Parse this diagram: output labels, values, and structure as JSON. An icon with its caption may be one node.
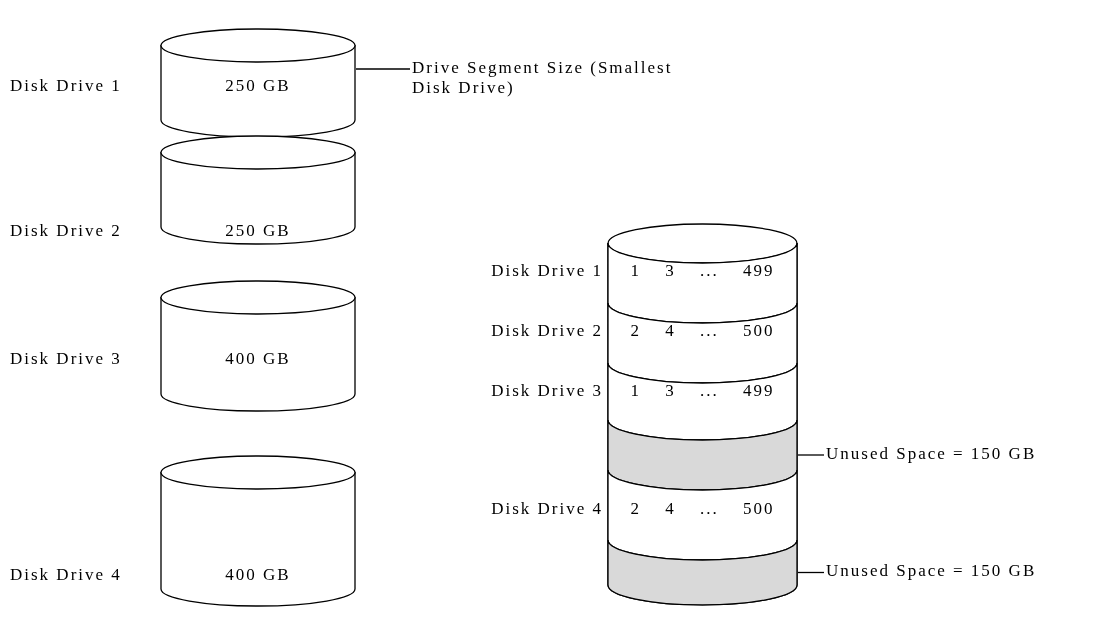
{
  "diagram": {
    "nodes": [
      {
        "text": [
          "250 GB"
        ],
        "beside": [
          "Disk Drive 1"
        ]
      },
      {
        "text": [
          "250 GB"
        ],
        "beside": [
          "Disk Drive 2"
        ]
      },
      {
        "text": [
          "400 GB"
        ],
        "beside": [
          "Disk Drive 3"
        ]
      },
      {
        "text": [
          "400 GB"
        ],
        "beside": [
          "Disk Drive 4"
        ]
      },
      {
        "text": [
          "Drive Segment Size (Smallest Disk Drive)"
        ]
      },
      {
        "text": [],
        "shape": "cylinder"
      },
      {
        "text": [
          "1 3 ... 499"
        ],
        "beside": [
          "Disk Drive 1"
        ],
        "in": 5
      },
      {
        "text": [
          "2 4 ... 500"
        ],
        "beside": [
          "Disk Drive 2"
        ],
        "in": 5
      },
      {
        "text": [
          "1 3 ... 499"
        ],
        "beside": [
          "Disk Drive 3"
        ],
        "in": 5
      },
      {
        "text": [],
        "shape": "bar",
        "in": 5
      },
      {
        "text": [
          "2 4 ... 500"
        ],
        "beside": [
          "Disk Drive 4"
        ],
        "in": 5
      },
      {
        "text": [],
        "shape": "bar",
        "in": 5
      },
      {
        "text": [
          "Unused Space = 150 GB"
        ]
      },
      {
        "text": [
          "Unused Space = 150 GB"
        ]
      }
    ],
    "edges": [
      {
        "from": 4,
        "to": 0,
        "arrow": "none"
      },
      {
        "from": 12,
        "to": 9,
        "arrow": "none"
      },
      {
        "from": 13,
        "to": 11,
        "arrow": "none"
      }
    ]
  }
}
